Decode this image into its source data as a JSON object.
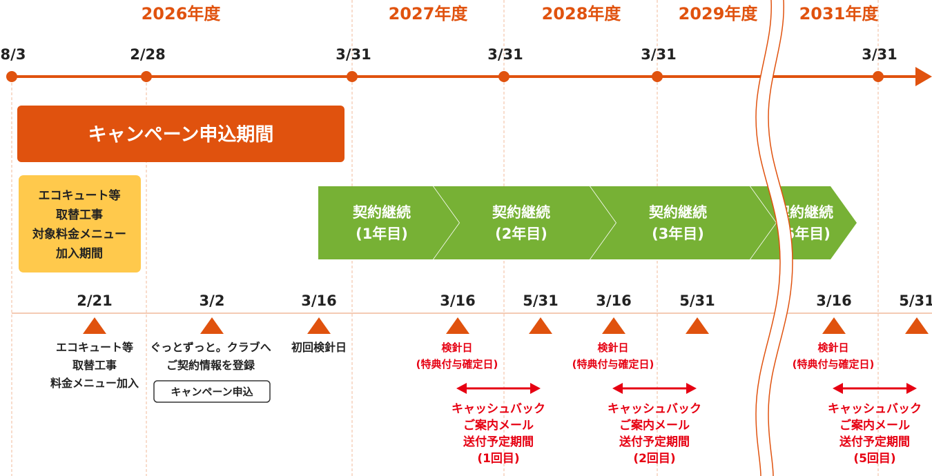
{
  "colors": {
    "orange": "#e0520e",
    "yellow": "#ffc94c",
    "green": "#77b135",
    "red": "#e60012",
    "text": "#222222",
    "guide": "#f0b89a"
  },
  "years": [
    "2026年度",
    "2027年度",
    "2028年度",
    "2029年度",
    "2031年度"
  ],
  "timeline_dates": [
    "8/3",
    "2/28",
    "3/31",
    "3/31",
    "3/31",
    "3/31"
  ],
  "campaign_period": "キャンペーン申込期間",
  "eco_period": [
    "エコキュート等",
    "取替工事",
    "対象料金メニュー",
    "加入期間"
  ],
  "contract": [
    {
      "label": "契約継続",
      "year": "(1年目)"
    },
    {
      "label": "契約継続",
      "year": "(2年目)"
    },
    {
      "label": "契約継続",
      "year": "(3年目)"
    },
    {
      "label": "契約継続",
      "year": "(5年目)"
    }
  ],
  "milestone_dates": [
    "2/21",
    "3/2",
    "3/16",
    "3/16",
    "5/31",
    "3/16",
    "5/31",
    "3/16",
    "5/31"
  ],
  "events": {
    "eco_construction": [
      "エコキュート等",
      "取替工事",
      "料金メニュー加入"
    ],
    "club_register": [
      "ぐっとずっと。クラブへ",
      "ご契約情報を登録"
    ],
    "campaign_apply_button": "キャンペーン申込",
    "first_meter_day": "初回検針日",
    "meter_day": "検針日",
    "benefit_day": "(特典付与確定日)",
    "cashback": [
      [
        "キャッシュバック",
        "ご案内メール",
        "送付予定期間",
        "(1回目)"
      ],
      [
        "キャッシュバック",
        "ご案内メール",
        "送付予定期間",
        "(2回目)"
      ],
      [
        "キャッシュバック",
        "ご案内メール",
        "送付予定期間",
        "(5回目)"
      ]
    ]
  }
}
